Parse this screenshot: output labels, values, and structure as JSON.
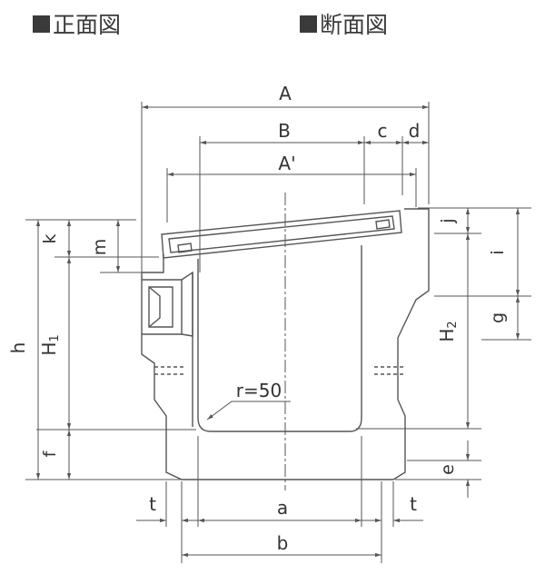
{
  "headings": {
    "front_view": "正面図",
    "section_view": "断面図"
  },
  "dimensions": {
    "A": "A",
    "B": "B",
    "c": "c",
    "d": "d",
    "A_prime": "A'",
    "j": "j",
    "i": "i",
    "g": "g",
    "H2_main": "H",
    "H2_sub": "2",
    "k": "k",
    "m": "m",
    "h": "h",
    "H1_main": "H",
    "H1_sub": "1",
    "f": "f",
    "e": "e",
    "r": "r=50",
    "t_left": "t",
    "t_right": "t",
    "a": "a",
    "b": "b"
  },
  "colors": {
    "line": "#555555",
    "text": "#333333"
  }
}
